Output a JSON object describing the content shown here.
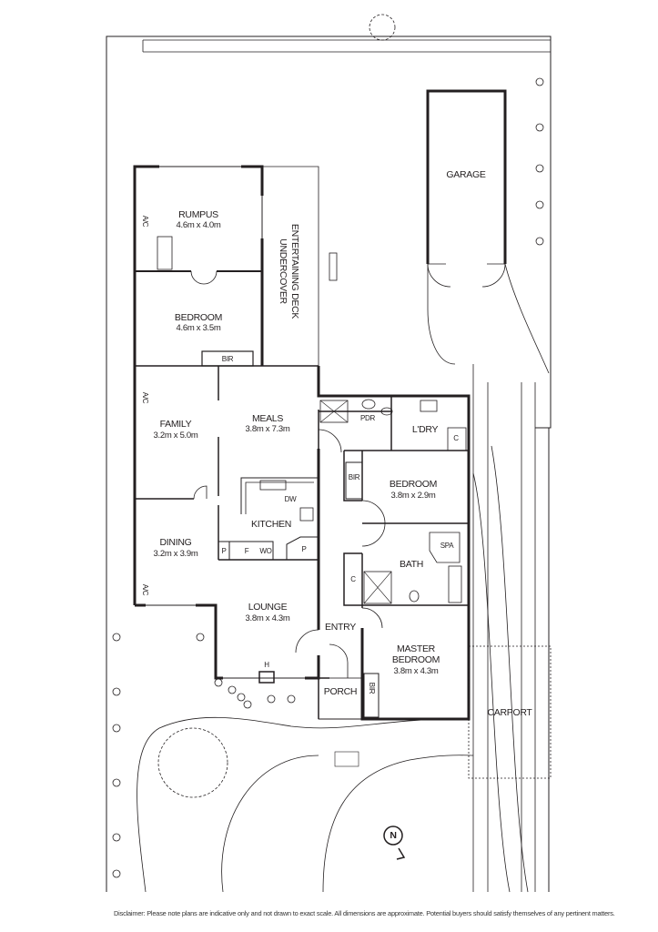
{
  "rooms": {
    "rumpus": {
      "name": "RUMPUS",
      "size": "4.6m x 4.0m"
    },
    "bedroom_rear": {
      "name": "BEDROOM",
      "size": "4.6m x 3.5m"
    },
    "deck": {
      "name_line1": "UNDERCOVER",
      "name_line2": "ENTERTAINING DECK"
    },
    "family": {
      "name": "FAMILY",
      "size": "3.2m x 5.0m"
    },
    "meals": {
      "name": "MEALS",
      "size": "3.8m x 7.3m"
    },
    "kitchen": {
      "name": "KITCHEN"
    },
    "dining": {
      "name": "DINING",
      "size": "3.2m x 3.9m"
    },
    "lounge": {
      "name": "LOUNGE",
      "size": "3.8m x 4.3m"
    },
    "entry": {
      "name": "ENTRY"
    },
    "porch": {
      "name": "PORCH"
    },
    "pdr": {
      "name": "PDR"
    },
    "laundry": {
      "name": "L'DRY"
    },
    "bedroom": {
      "name": "BEDROOM",
      "size": "3.8m x 2.9m"
    },
    "bath": {
      "name": "BATH"
    },
    "master": {
      "name_line1": "MASTER",
      "name_line2": "BEDROOM",
      "size": "3.8m x 4.3m"
    },
    "garage": {
      "name": "GARAGE"
    },
    "carport": {
      "name": "CARPORT"
    }
  },
  "fixtures": {
    "bir": "BIR",
    "ac": "A/C",
    "dw": "DW",
    "p": "P",
    "f": "F",
    "wo": "WO",
    "c": "C",
    "spa": "SPA",
    "h": "H"
  },
  "disclaimer": "Disclaimer: Please note plans are indicative only and not drawn to exact scale. All dimensions are approximate. Potential buyers should satisfy themselves of any pertinent matters.",
  "compass": {
    "letter": "N"
  }
}
